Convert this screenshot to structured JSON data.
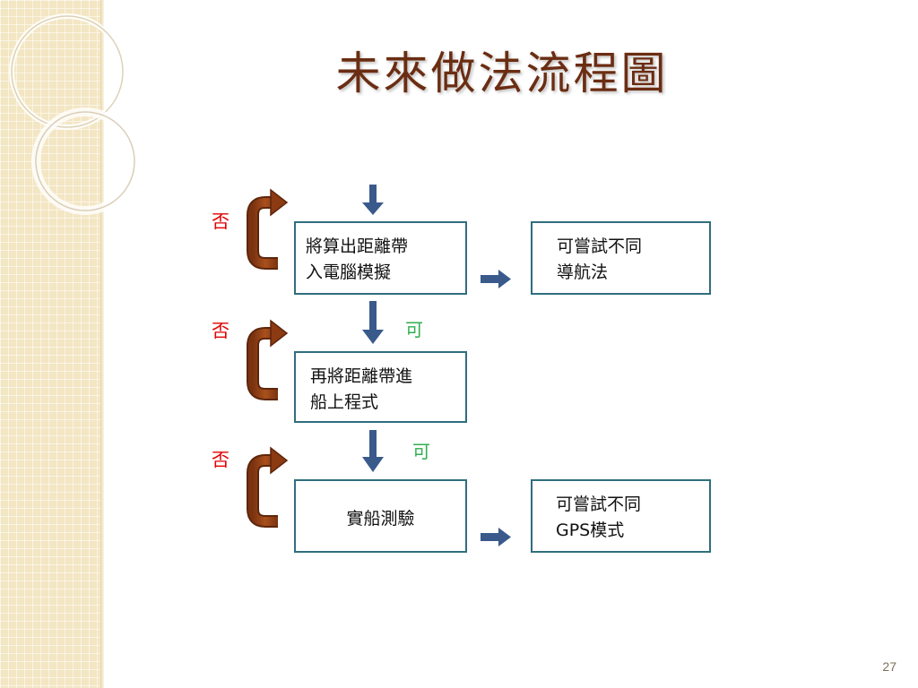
{
  "slide": {
    "title": "未來做法流程圖",
    "page_number": "27"
  },
  "flow": {
    "step1": {
      "line1": "將算出距離帶",
      "line2": "入電腦模擬"
    },
    "step2": {
      "line1": "再將距離帶進",
      "line2": "船上程式"
    },
    "step3": {
      "line1": "實船測驗"
    },
    "alt1": {
      "line1": "可嘗試不同",
      "line2": "導航法"
    },
    "alt2": {
      "line1": "可嘗試不同",
      "line2": "GPS模式"
    },
    "labels": {
      "no_1": "否",
      "no_2": "否",
      "no_3": "否",
      "yes_1": "可",
      "yes_2": "可"
    }
  },
  "colors": {
    "title": "#6b2d12",
    "box_border": "#2f6e7e",
    "arrow_down": "#3a5a8c",
    "loop_arrow": "#8b3a12",
    "no_label": "#e00000",
    "yes_label": "#2fae4f",
    "side_band": "#f3e6c3"
  },
  "icons": {
    "down_arrow": "arrow-down-icon",
    "right_arrow": "arrow-right-icon",
    "loop_arrow": "loop-back-arrow-icon"
  }
}
